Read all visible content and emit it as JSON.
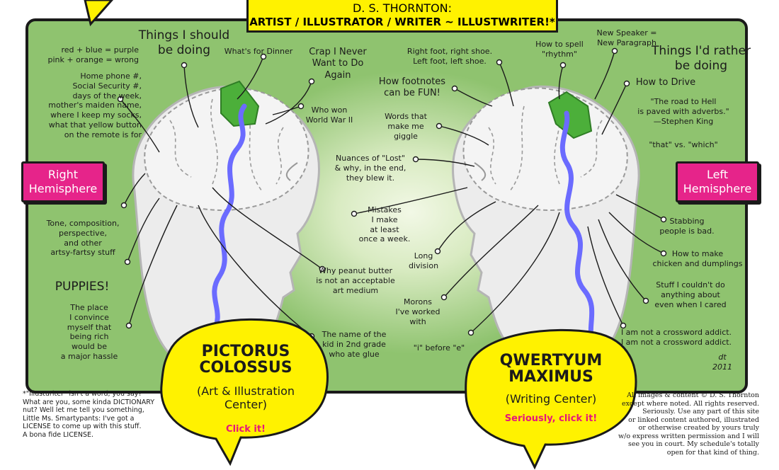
{
  "header": {
    "name": "D. S. THORNTON:",
    "tagline": "ARTIST / ILLUSTRATOR / WRITER ~ ILLUSTWRITER!*"
  },
  "hemispheres": {
    "right": "Right\nHemisphere",
    "left": "Left\nHemisphere"
  },
  "right_brain_notes": {
    "should_be_doing": "Things I should\nbe doing",
    "colors": "red + blue = purple\npink + orange = wrong",
    "home_phone": "Home phone #,\nSocial Security #,\ndays of the week,\nmother's maiden name,\nwhere I keep my socks,\nwhat that yellow button\non the remote is for",
    "dinner": "What's for Dinner",
    "crap": "Crap I Never\nWant to Do\nAgain",
    "ww2": "Who won\nWorld War II",
    "tone": "Tone, composition,\nperspective,\nand other\nartsy-fartsy stuff",
    "puppies": "PUPPIES!",
    "rich": "The place\nI convince\nmyself that\nbeing rich\nwould be\na major hassle",
    "peanut": "Why peanut butter\nis not an acceptable\nart medium",
    "kid": "The name of the\nkid in 2nd grade\nwho ate glue"
  },
  "left_brain_notes": {
    "right_foot": "Right foot, right shoe.\nLeft foot, left shoe.",
    "rhythm": "How to spell\n\"rhythm\"",
    "new_speaker": "New Speaker =\nNew Paragraph",
    "rather": "Things I'd rather\nbe doing",
    "drive": "How to Drive",
    "adverbs": "\"The road to Hell\nis paved with adverbs.\"\n—Stephen King",
    "that_which": "\"that\" vs. \"which\"",
    "footnotes": "How footnotes\ncan be FUN!",
    "giggle": "Words that\nmake me\ngiggle",
    "lost": "Nuances of \"Lost\"\n& why, in the end,\nthey blew it.",
    "mistakes": "Mistakes\nI make\nat least\nonce a week.",
    "division": "Long\ndivision",
    "morons": "Morons\nI've worked\nwith",
    "i_before_e": "\"i\" before \"e\"",
    "stabbing": "Stabbing\npeople is bad.",
    "chicken": "How to make\nchicken and dumplings",
    "couldnt_do": "Stuff I couldn't do\nanything about\neven when I cared",
    "crossword": "I am not a crossword addict.\nI am not a crossword addict."
  },
  "bubbles": {
    "art": {
      "title": "PICTORUS\nCOLOSSUS",
      "subtitle": "(Art & Illustration\nCenter)",
      "cta": "Click it!"
    },
    "writing": {
      "title": "QWERTYUM\nMAXIMUS",
      "subtitle": "(Writing Center)",
      "cta": "Seriously, click it!"
    }
  },
  "signature": "dt\n2011",
  "footnote": "*\"Illusturiter\" isn't a word, you say?\nWhat are you, some kinda DICTIONARY\nnut? Well let me tell you something,\nLittle Ms. Smartypants: I've got a\nLICENSE to come up with this stuff.\nA bona fide LICENSE.",
  "copyright": "All images & content © D. S. Thornton\nexcept where noted. All rights reserved.\nSeriously. Use any part of this site\nor linked content authored, illustrated\nor otherwise created by yours truly\nw/o express written permission and I will\nsee you in court. My schedule's totally\nopen for that kind of thing.",
  "colors": {
    "panel_green": "#8fc36f",
    "bubble_yellow": "#fff200",
    "hemisphere_pink": "#e6248a",
    "brain_green": "#4caf3a",
    "squiggle_blue": "#6b6bff"
  }
}
